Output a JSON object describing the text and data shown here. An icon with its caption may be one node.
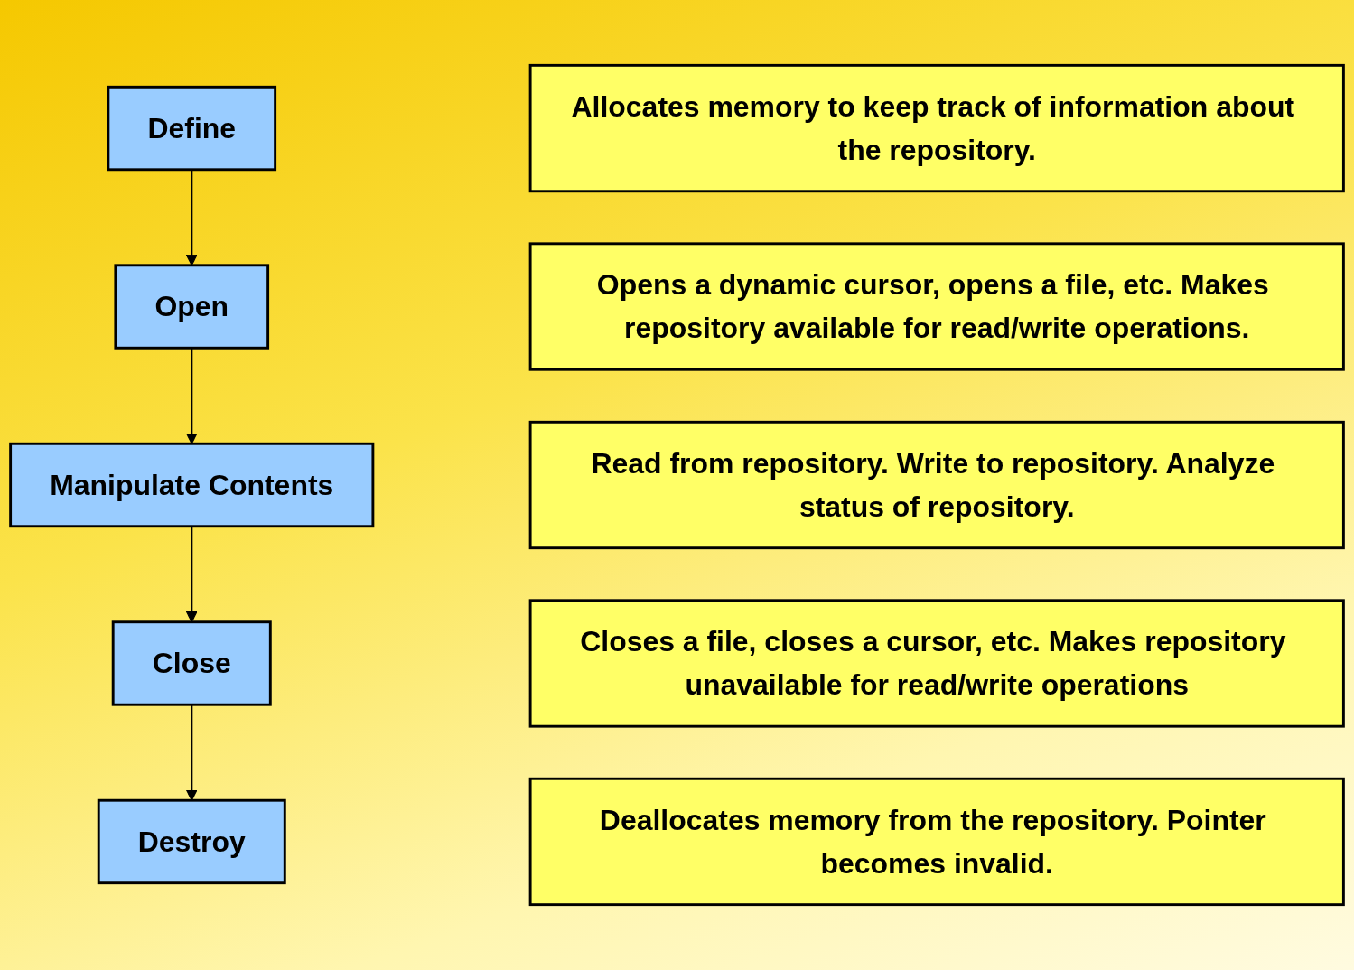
{
  "diagram": {
    "nodes": [
      {
        "text": [
          "Define"
        ]
      },
      {
        "text": [
          "Allocates memory to keep track of information about the repository."
        ]
      },
      {
        "text": [
          "Open"
        ]
      },
      {
        "text": [
          "Opens a dynamic cursor, opens a file, etc. Makes repository available for read/write operations."
        ]
      },
      {
        "text": [
          "Manipulate Contents"
        ]
      },
      {
        "text": [
          "Read from repository. Write to repository. Analyze status of repository."
        ]
      },
      {
        "text": [
          "Close"
        ]
      },
      {
        "text": [
          "Closes a file, closes a cursor, etc. Makes repository unavailable for read/write operations"
        ]
      },
      {
        "text": [
          "Destroy"
        ]
      },
      {
        "text": [
          "Deallocates memory from the repository. Pointer becomes invalid."
        ]
      }
    ],
    "edges": [
      {
        "from": 0,
        "to": 2,
        "arrow": "to"
      },
      {
        "from": 2,
        "to": 4,
        "arrow": "to"
      },
      {
        "from": 4,
        "to": 6,
        "arrow": "to"
      },
      {
        "from": 6,
        "to": 8,
        "arrow": "to"
      }
    ]
  }
}
